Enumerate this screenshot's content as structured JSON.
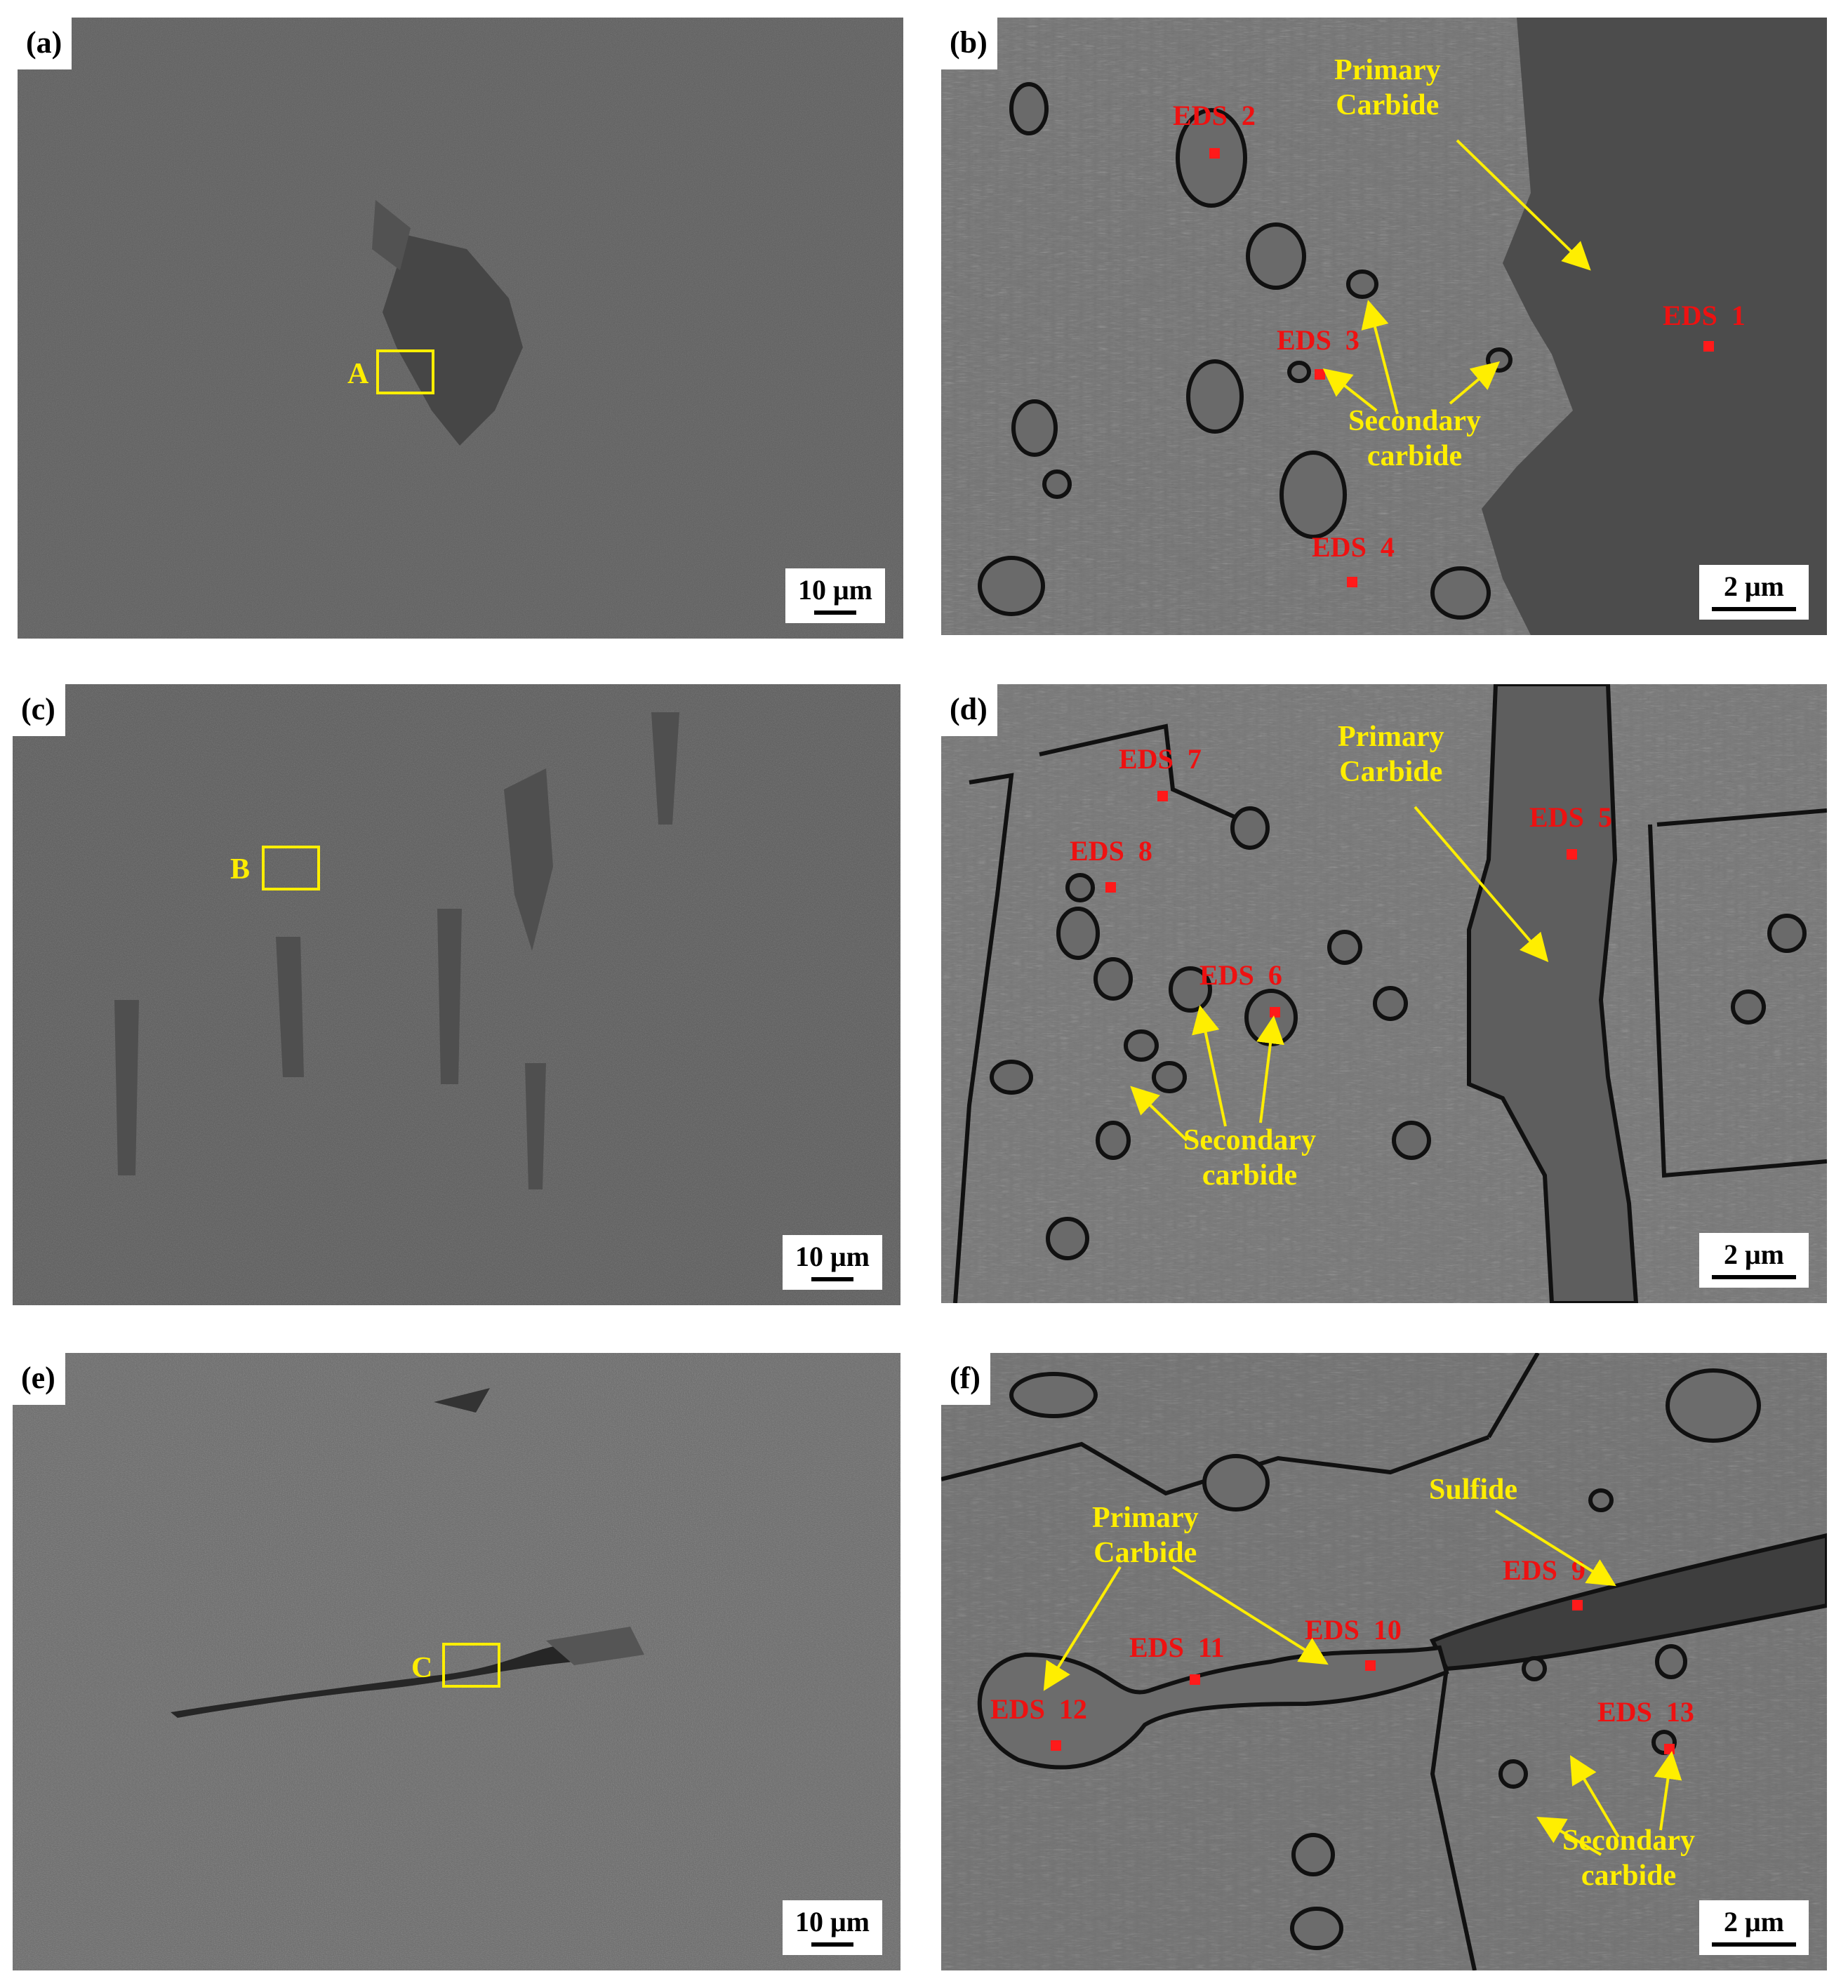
{
  "figure": {
    "panels": [
      {
        "id": "a",
        "label": "(a)",
        "scale": "10 μm",
        "roi": "A"
      },
      {
        "id": "b",
        "label": "(b)",
        "scale": "2 μm",
        "eds": [
          "EDS  1",
          "EDS  2",
          "EDS  3",
          "EDS  4"
        ],
        "annotations": {
          "primary_l1": "Primary",
          "primary_l2": "Carbide",
          "secondary_l1": "Secondary",
          "secondary_l2": "carbide"
        }
      },
      {
        "id": "c",
        "label": "(c)",
        "scale": "10 μm",
        "roi": "B"
      },
      {
        "id": "d",
        "label": "(d)",
        "scale": "2 μm",
        "eds": [
          "EDS  5",
          "EDS  6",
          "EDS  7",
          "EDS  8"
        ],
        "annotations": {
          "primary_l1": "Primary",
          "primary_l2": "Carbide",
          "secondary_l1": "Secondary",
          "secondary_l2": "carbide"
        }
      },
      {
        "id": "e",
        "label": "(e)",
        "scale": "10 μm",
        "roi": "C"
      },
      {
        "id": "f",
        "label": "(f)",
        "scale": "2 μm",
        "eds": [
          "EDS  9",
          "EDS  10",
          "EDS  11",
          "EDS  12",
          "EDS  13"
        ],
        "annotations": {
          "sulfide": "Sulfide",
          "primary_l1": "Primary",
          "primary_l2": "Carbide",
          "secondary_l1": "Secondary",
          "secondary_l2": "carbide"
        }
      }
    ],
    "colors": {
      "annotation": "#ffee00",
      "eds_marker": "#ff1a1a",
      "background_sem": "#5a5a5a"
    }
  }
}
